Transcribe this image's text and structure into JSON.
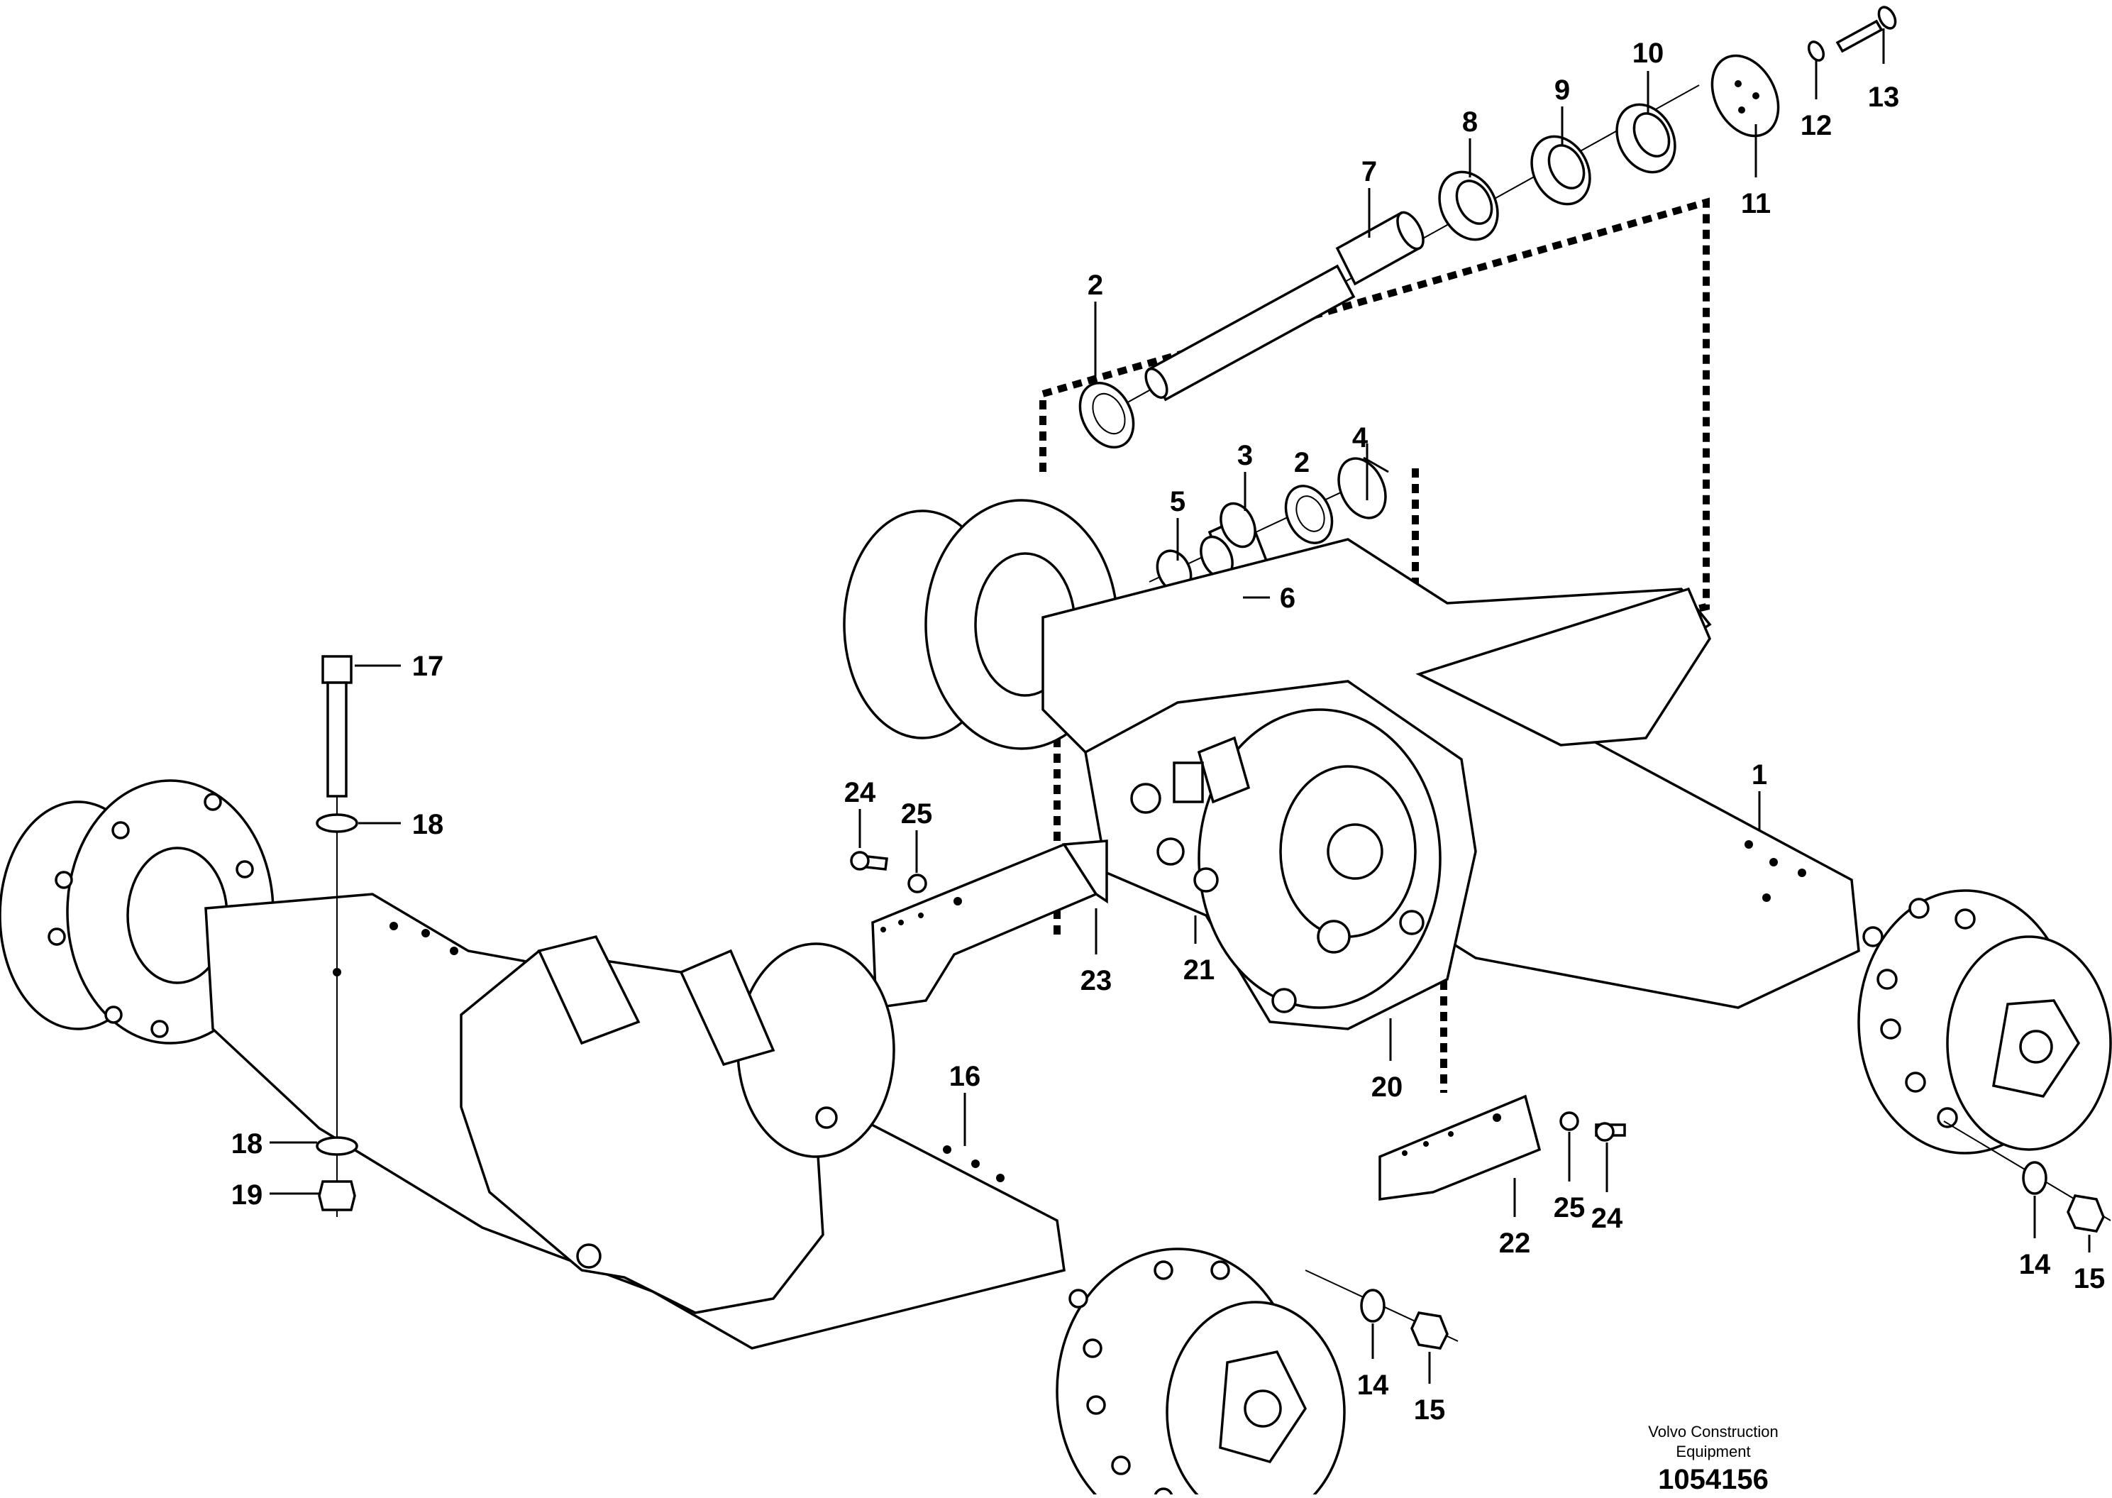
{
  "diagram": {
    "callouts": [
      "1",
      "2",
      "3",
      "4",
      "5",
      "6",
      "7",
      "8",
      "9",
      "10",
      "11",
      "12",
      "13",
      "14",
      "15",
      "16",
      "17",
      "18",
      "19",
      "20",
      "21",
      "22",
      "23",
      "24",
      "25"
    ],
    "publisher_line1": "Volvo Construction",
    "publisher_line2": "Equipment",
    "figure_number": "1054156"
  }
}
